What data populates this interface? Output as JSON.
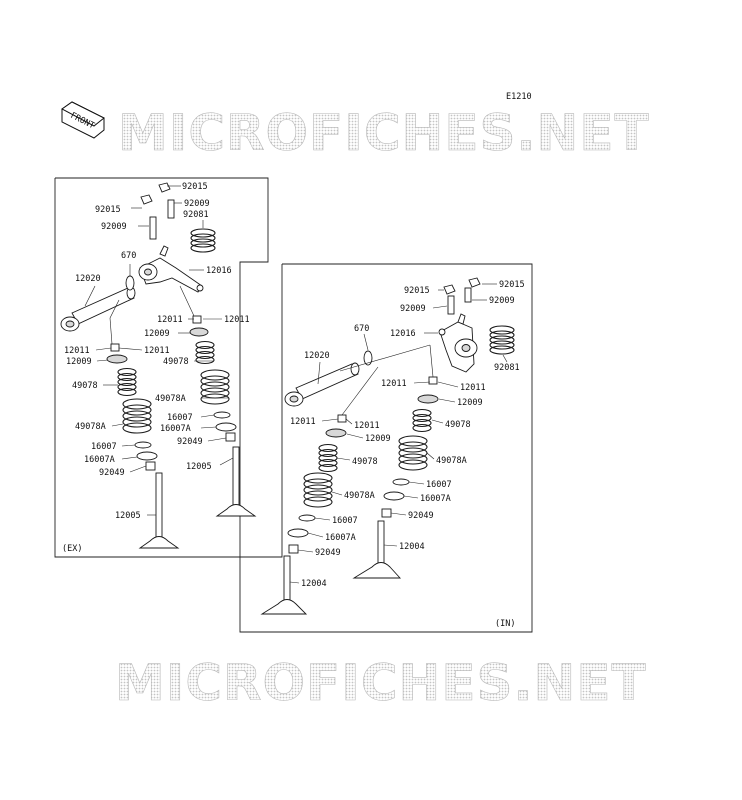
{
  "diagram_code": "E1210",
  "front_label": "FRONT",
  "watermark": "MICROFICHES.NET",
  "exhaust": {
    "label": "(EX)",
    "parts": [
      "92015",
      "92015",
      "92009",
      "92009",
      "92081",
      "670",
      "12016",
      "12020",
      "12011",
      "12011",
      "12009",
      "12011",
      "12011",
      "12009",
      "49078",
      "49078",
      "49078A",
      "49078A",
      "16007",
      "16007A",
      "92049",
      "16007",
      "16007A",
      "92049",
      "12005",
      "12005"
    ]
  },
  "intake": {
    "label": "(IN)",
    "parts": [
      "92015",
      "92015",
      "92009",
      "92009",
      "670",
      "12016",
      "92081",
      "12020",
      "12011",
      "12011",
      "12009",
      "12011",
      "12011",
      "12009",
      "49078",
      "49078",
      "49078A",
      "49078A",
      "16007",
      "16007A",
      "92049",
      "16007",
      "16007A",
      "92049",
      "12004",
      "12004"
    ]
  }
}
